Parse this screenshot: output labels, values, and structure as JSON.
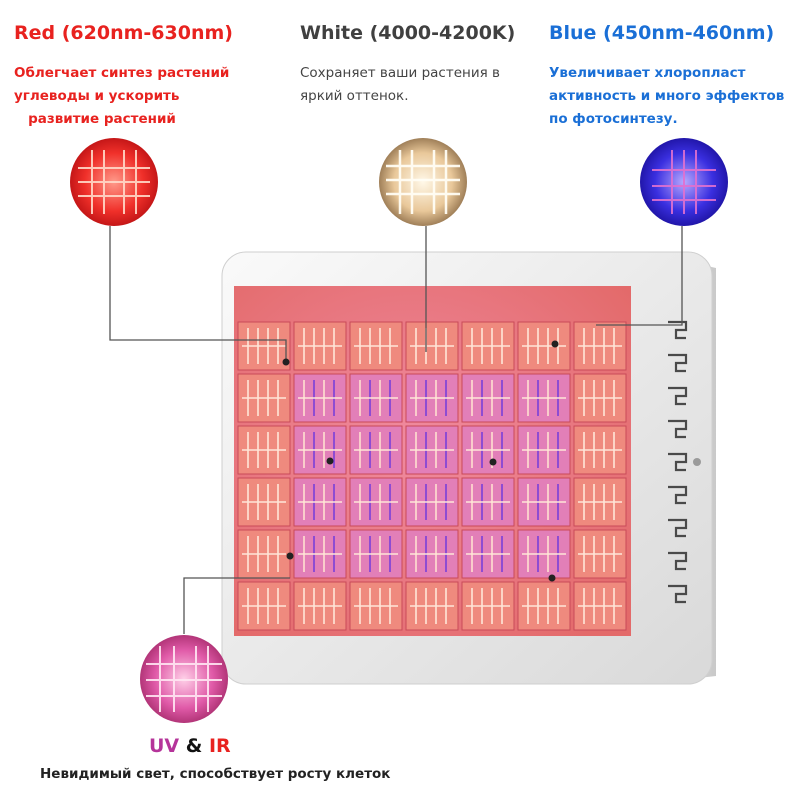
{
  "red": {
    "title": "Red (620nm-630nm)",
    "desc": [
      "Облегчает синтез растений",
      "углеводы и ускорить",
      "   развитие растений"
    ],
    "color": "#e8221f"
  },
  "white": {
    "title": "White (4000-4200K)",
    "desc": [
      "Сохраняет ваши растения в",
      "яркий оттенок."
    ],
    "color": "#404040"
  },
  "blue": {
    "title": "Blue (450nm-460nm)",
    "desc": [
      "Увеличивает хлоропласт",
      "активность и много эффектов",
      "по фотосинтезу."
    ],
    "color": "#1a6fd6"
  },
  "uvir": {
    "uv": "UV",
    "amp": " & ",
    "ir": "IR",
    "desc": "Невидимый свет, способствует росту клеток",
    "uv_color": "#b5349a"
  }
}
